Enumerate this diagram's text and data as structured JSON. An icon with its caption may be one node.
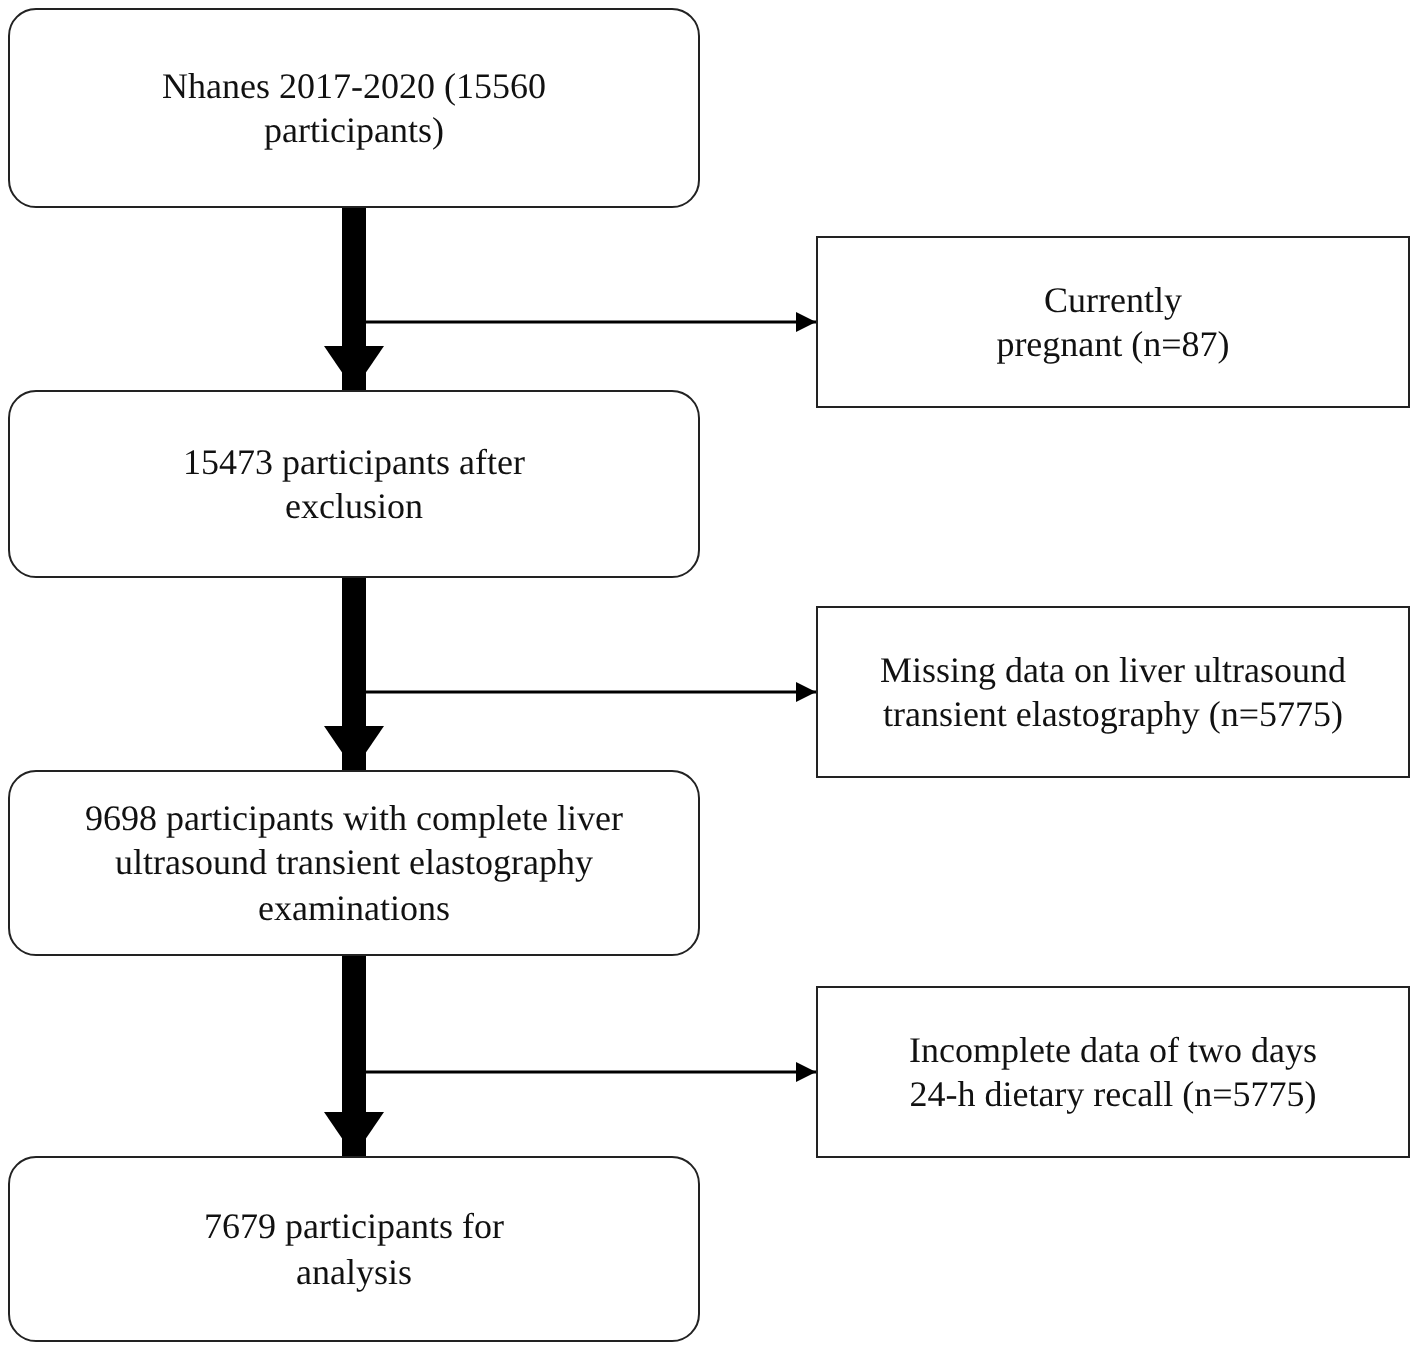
{
  "diagram": {
    "nodes": [
      {
        "text": [
          "Nhanes 2017-2020 (15560 participants)"
        ]
      },
      {
        "text": [
          "Currently pregnant (n=87)"
        ]
      },
      {
        "text": [
          "15473 participants after exclusion"
        ]
      },
      {
        "text": [
          "Missing data on liver ultrasound transient elastography (n=5775)"
        ]
      },
      {
        "text": [
          "9698 participants with complete liver ultrasound transient elastography examinations"
        ]
      },
      {
        "text": [
          "Incomplete data of two days 24-h dietary recall (n=5775)"
        ]
      },
      {
        "text": [
          "7679 participants for analysis"
        ]
      }
    ],
    "edges": [
      {
        "from": 0,
        "to": 2,
        "arrow": "to",
        "style": "thick"
      },
      {
        "from": 0,
        "to": 1,
        "arrow": "to"
      },
      {
        "from": 2,
        "to": 4,
        "arrow": "to",
        "style": "thick"
      },
      {
        "from": 2,
        "to": 3,
        "arrow": "to"
      },
      {
        "from": 4,
        "to": 6,
        "arrow": "to",
        "style": "thick"
      },
      {
        "from": 4,
        "to": 5,
        "arrow": "to"
      }
    ]
  }
}
